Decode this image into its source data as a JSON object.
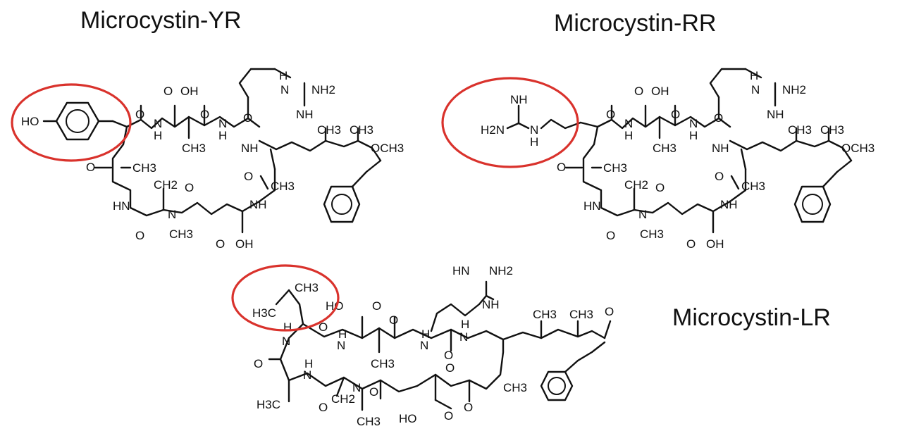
{
  "titles": {
    "yr": "Microcystin-YR",
    "rr": "Microcystin-RR",
    "lr": "Microcystin-LR"
  },
  "colors": {
    "highlight": "#d9322c",
    "ink": "#111111"
  },
  "structures": {
    "yr": {
      "highlighted_group": [
        "HO"
      ],
      "labels": [
        "O",
        "OH",
        "H",
        "N",
        "NH2",
        "NH",
        "N",
        "H",
        "O",
        "O",
        "N",
        "H",
        "O",
        "CH3",
        "CH3",
        "CH3",
        "NH",
        "OCH3",
        "O",
        "CH3",
        "O",
        "CH3",
        "HN",
        "CH2",
        "O",
        "NH",
        "O",
        "N",
        "CH3",
        "O",
        "OH"
      ]
    },
    "rr": {
      "highlighted_group": [
        "NH",
        "H2N",
        "N",
        "H"
      ],
      "labels": [
        "O",
        "OH",
        "H",
        "N",
        "NH2",
        "NH",
        "N",
        "H",
        "O",
        "O",
        "N",
        "H",
        "O",
        "CH3",
        "CH3",
        "CH3",
        "NH",
        "OCH3",
        "O",
        "CH3",
        "O",
        "CH3",
        "HN",
        "CH2",
        "O",
        "NH",
        "O",
        "N",
        "CH3",
        "O",
        "OH"
      ]
    },
    "lr": {
      "highlighted_group": [
        "CH3",
        "H3C"
      ],
      "labels": [
        "HN",
        "NH2",
        "NH",
        "HO",
        "O",
        "O",
        "N",
        "H",
        "CH3",
        "CH3",
        "O",
        "N",
        "H",
        "N",
        "H",
        "CH3",
        "O",
        "O",
        "N",
        "H",
        "CH3",
        "O",
        "H",
        "N",
        "O",
        "N",
        "O",
        "CH2",
        "O",
        "H3C",
        "CH3",
        "HO",
        "O",
        "O"
      ]
    }
  }
}
